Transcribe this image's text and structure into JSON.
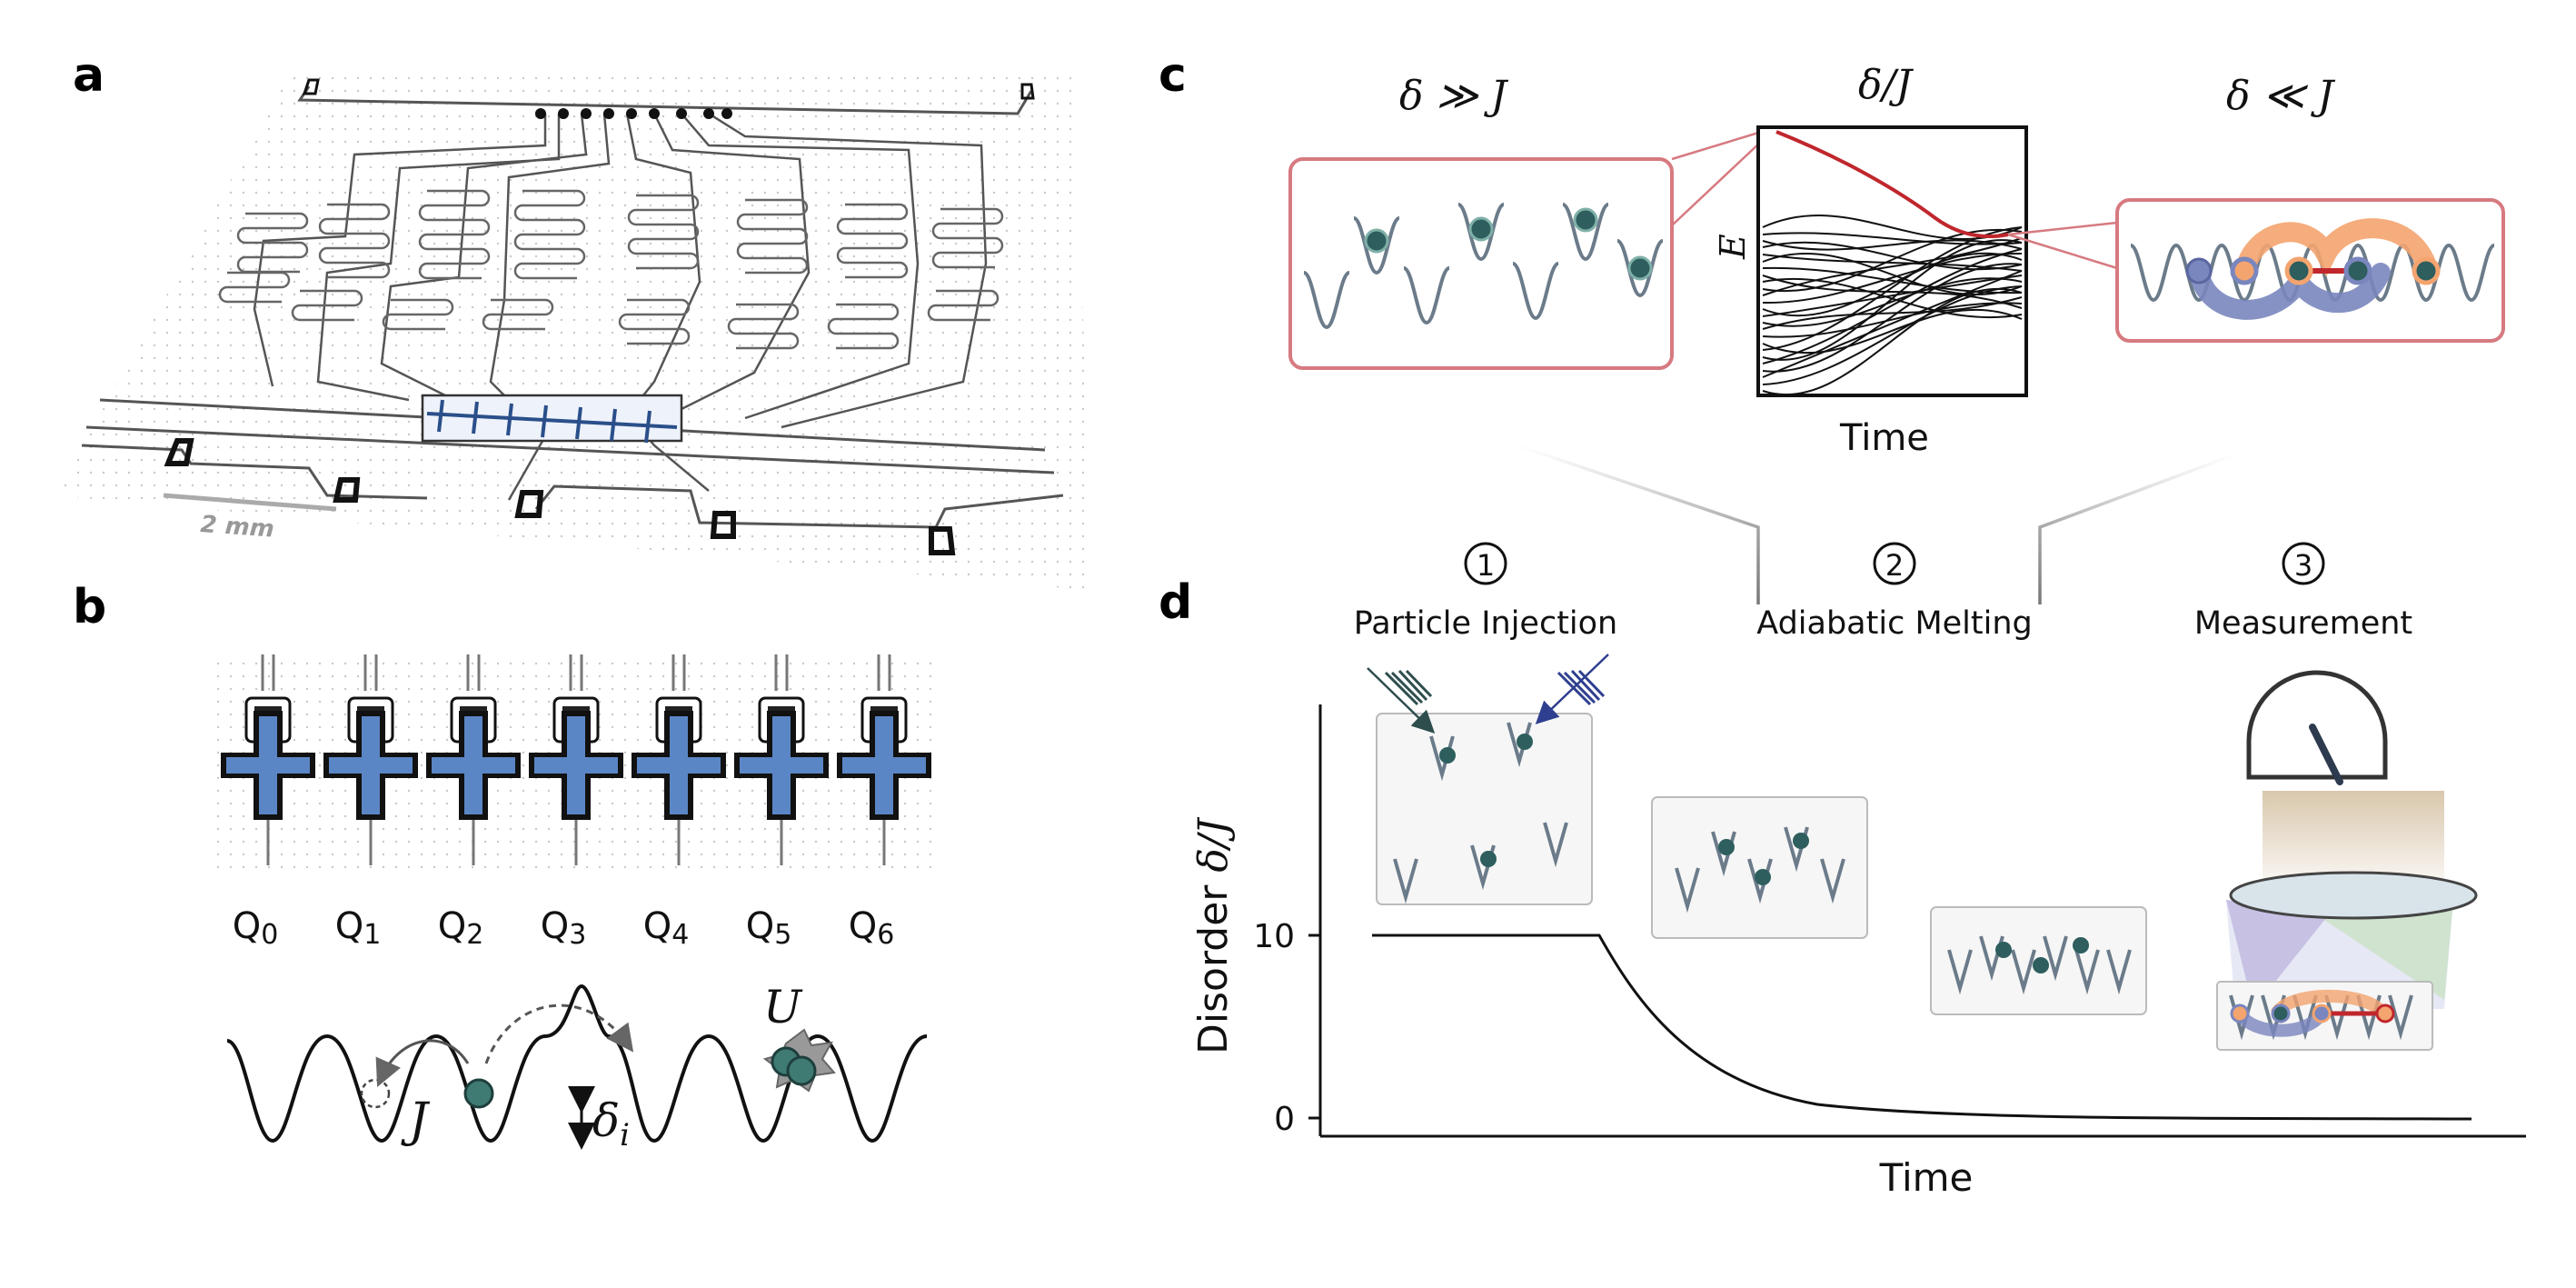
{
  "panels": {
    "a": {
      "letter": "a",
      "scale_bar": "2 mm"
    },
    "b": {
      "letter": "b",
      "qubits": [
        {
          "main": "Q",
          "sub": "0"
        },
        {
          "main": "Q",
          "sub": "1"
        },
        {
          "main": "Q",
          "sub": "2"
        },
        {
          "main": "Q",
          "sub": "3"
        },
        {
          "main": "Q",
          "sub": "4"
        },
        {
          "main": "Q",
          "sub": "5"
        },
        {
          "main": "Q",
          "sub": "6"
        }
      ],
      "hopping_label": "J",
      "interaction_label": "U",
      "detuning_label": "δ",
      "detuning_sub": "i"
    },
    "c": {
      "letter": "c",
      "left_title": "δ ≫ J",
      "center_title": "δ/J",
      "right_title": "δ ≪ J",
      "inset_ylabel": "E",
      "inset_xlabel": "Time"
    },
    "d": {
      "letter": "d",
      "steps": [
        {
          "num": "1",
          "label": "Particle Injection"
        },
        {
          "num": "2",
          "label": "Adiabatic Melting"
        },
        {
          "num": "3",
          "label": "Measurement"
        }
      ],
      "ylabel_text": "Disorder ",
      "ylabel_symbol": "δ/J",
      "xlabel": "Time",
      "yticks": [
        "10",
        "0"
      ]
    }
  },
  "colors": {
    "qubit_blue": "#5b86c5",
    "particle_teal": "#2e5e5e",
    "well_gray": "#6b7b8a",
    "box_red": "#d67a80",
    "line_red": "#c0272d",
    "orange": "#f4a46f",
    "purple": "#7a86be"
  },
  "chart_data": {
    "type": "line",
    "x_label": "Time",
    "y_label": "Disorder δ/J",
    "yticks": [
      0,
      10
    ],
    "description_points": [
      [
        0,
        10
      ],
      [
        0.19,
        10
      ],
      [
        0.3,
        4.5
      ],
      [
        0.5,
        1.2
      ],
      [
        1.0,
        0.1
      ]
    ]
  }
}
